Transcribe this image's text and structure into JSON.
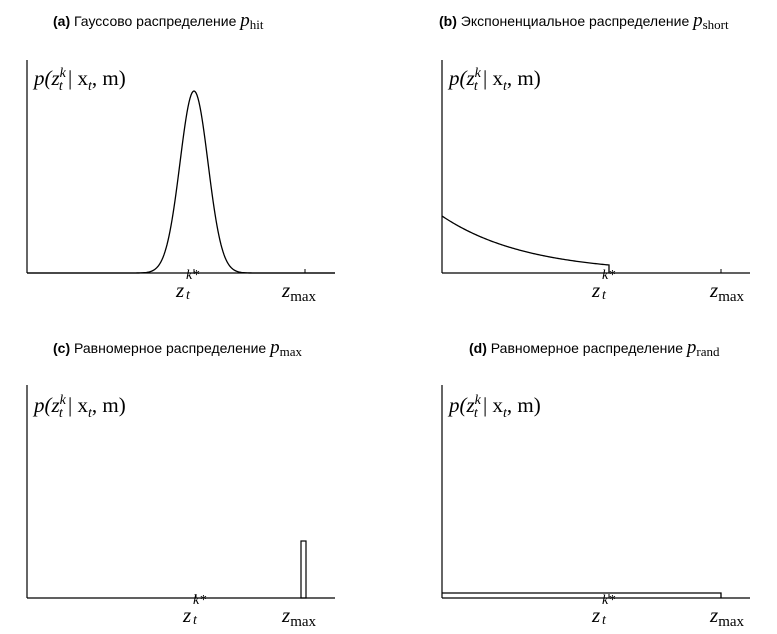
{
  "panels": {
    "a": {
      "label": "(a)",
      "title": "Гауссово распределение",
      "symbol": "p",
      "symbol_sub": "hit"
    },
    "b": {
      "label": "(b)",
      "title": "Экспоненциальное распределение",
      "symbol": "p",
      "symbol_sub": "short"
    },
    "c": {
      "label": "(c)",
      "title": "Равномерное распределение",
      "symbol": "p",
      "symbol_sub": "max"
    },
    "d": {
      "label": "(d)",
      "title": "Равномерное распределение",
      "symbol": "p",
      "symbol_sub": "rand"
    }
  },
  "axis": {
    "ylabel_p": "p(z",
    "ylabel_sup": "k",
    "ylabel_sub": "t",
    "ylabel_rest": " | x",
    "ylabel_rest_sub": "t",
    "ylabel_end": ", m)",
    "tick_z": "z",
    "tick_z_sup": "k*",
    "tick_z_sub": "t",
    "tick_zmax": "z",
    "tick_zmax_sub": "max"
  }
}
